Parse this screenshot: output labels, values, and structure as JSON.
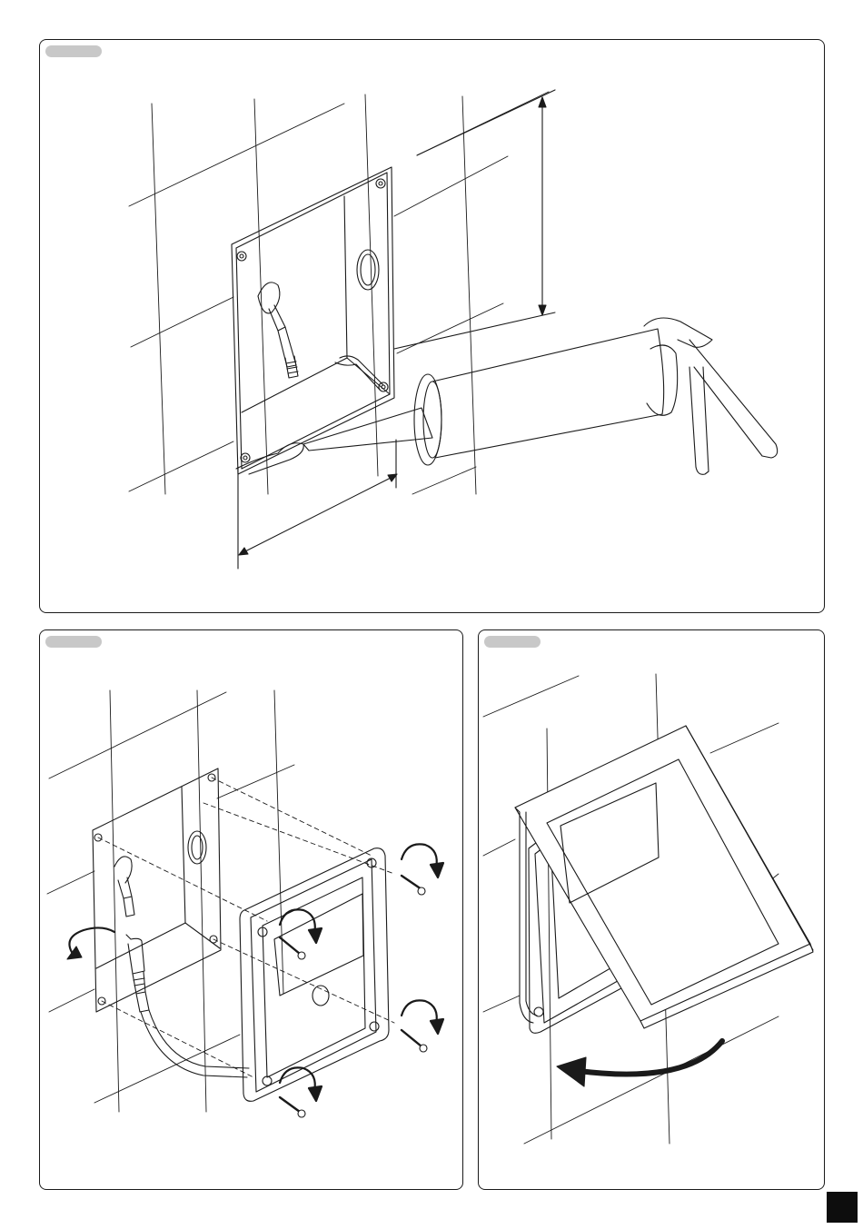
{
  "figure": {
    "panels": [
      {
        "id": "step-1",
        "label": ""
      },
      {
        "id": "step-2",
        "label": ""
      },
      {
        "id": "step-3",
        "label": ""
      }
    ],
    "icons": {
      "sealant-gun": "sealant-gun-icon",
      "screw": "screw-icon",
      "rotate-arrow": "rotate-arrow-icon",
      "swing-arrow": "swing-arrow-icon"
    },
    "colors": {
      "line": "#1a1a1a",
      "tab": "#c8c8c8",
      "corner": "#0d0d0d"
    }
  }
}
